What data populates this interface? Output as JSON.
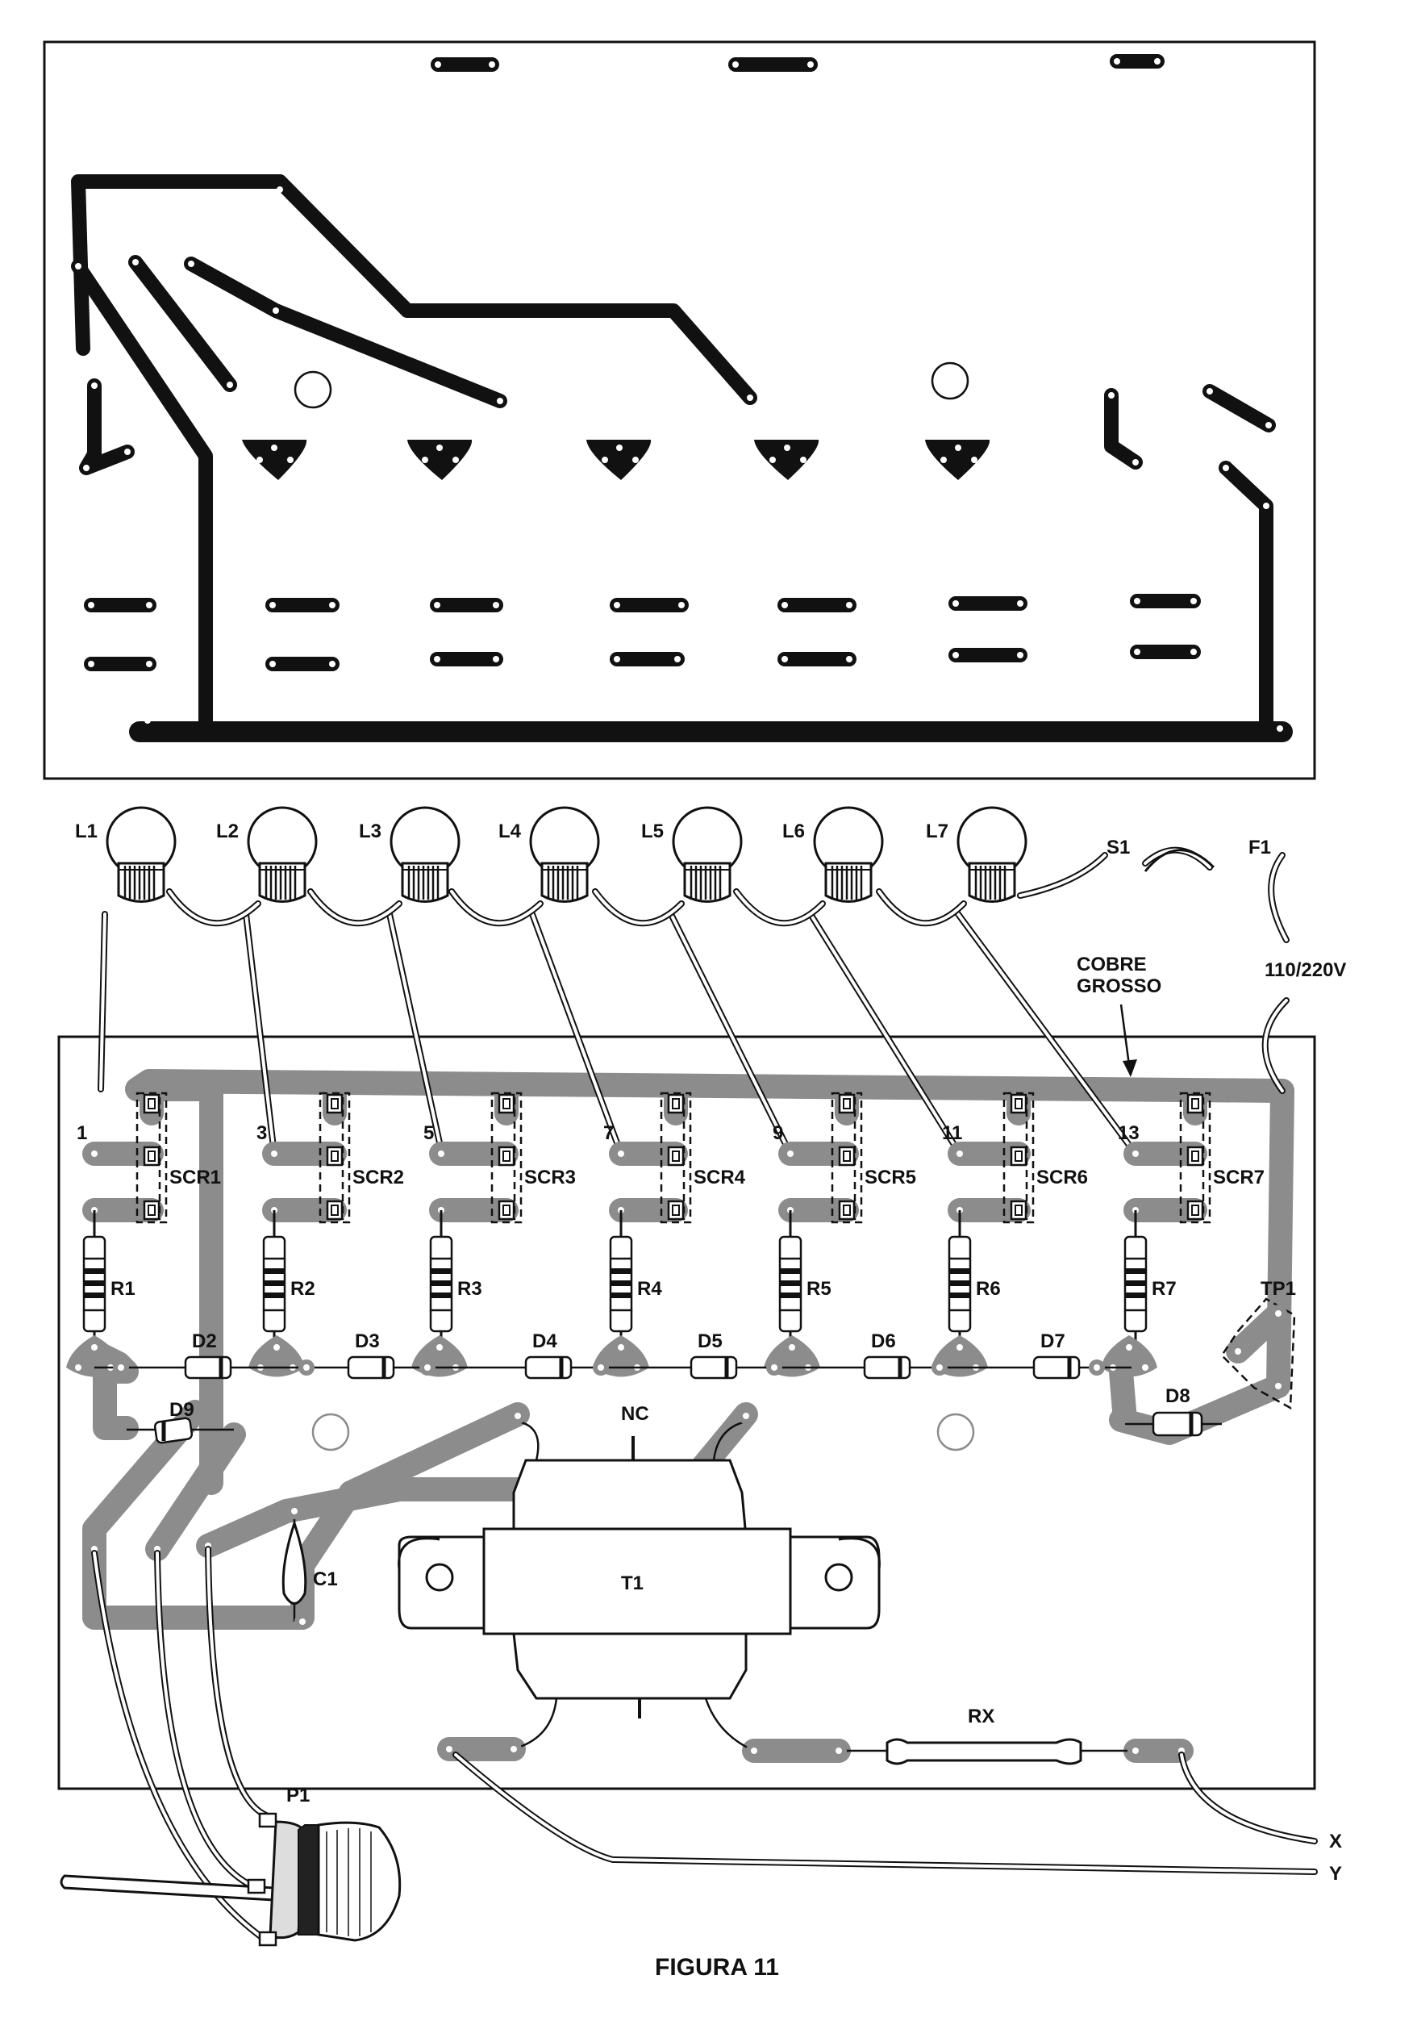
{
  "figure": {
    "caption": "FIGURA 11"
  },
  "lamps": [
    "L1",
    "L2",
    "L3",
    "L4",
    "L5",
    "L6",
    "L7"
  ],
  "scrs": [
    "SCR1",
    "SCR2",
    "SCR3",
    "SCR4",
    "SCR5",
    "SCR6",
    "SCR7"
  ],
  "resistors": [
    "R1",
    "R2",
    "R3",
    "R4",
    "R5",
    "R6",
    "R7"
  ],
  "diodes": [
    "D2",
    "D3",
    "D4",
    "D5",
    "D6",
    "D7",
    "D8",
    "D9"
  ],
  "pin_numbers": [
    "1",
    "3",
    "5",
    "7",
    "9",
    "11",
    "13"
  ],
  "labels": {
    "switch": "S1",
    "fuse": "F1",
    "mains": "110/220V",
    "thick_copper": "COBRE\nGROSSO",
    "thick_copper_line1": "COBRE",
    "thick_copper_line2": "GROSSO",
    "trimpot": "TP1",
    "capacitor": "C1",
    "transformer": "T1",
    "no_connection": "NC",
    "sensor_resistor": "RX",
    "potentiometer": "P1",
    "out_x": "X",
    "out_y": "Y"
  }
}
